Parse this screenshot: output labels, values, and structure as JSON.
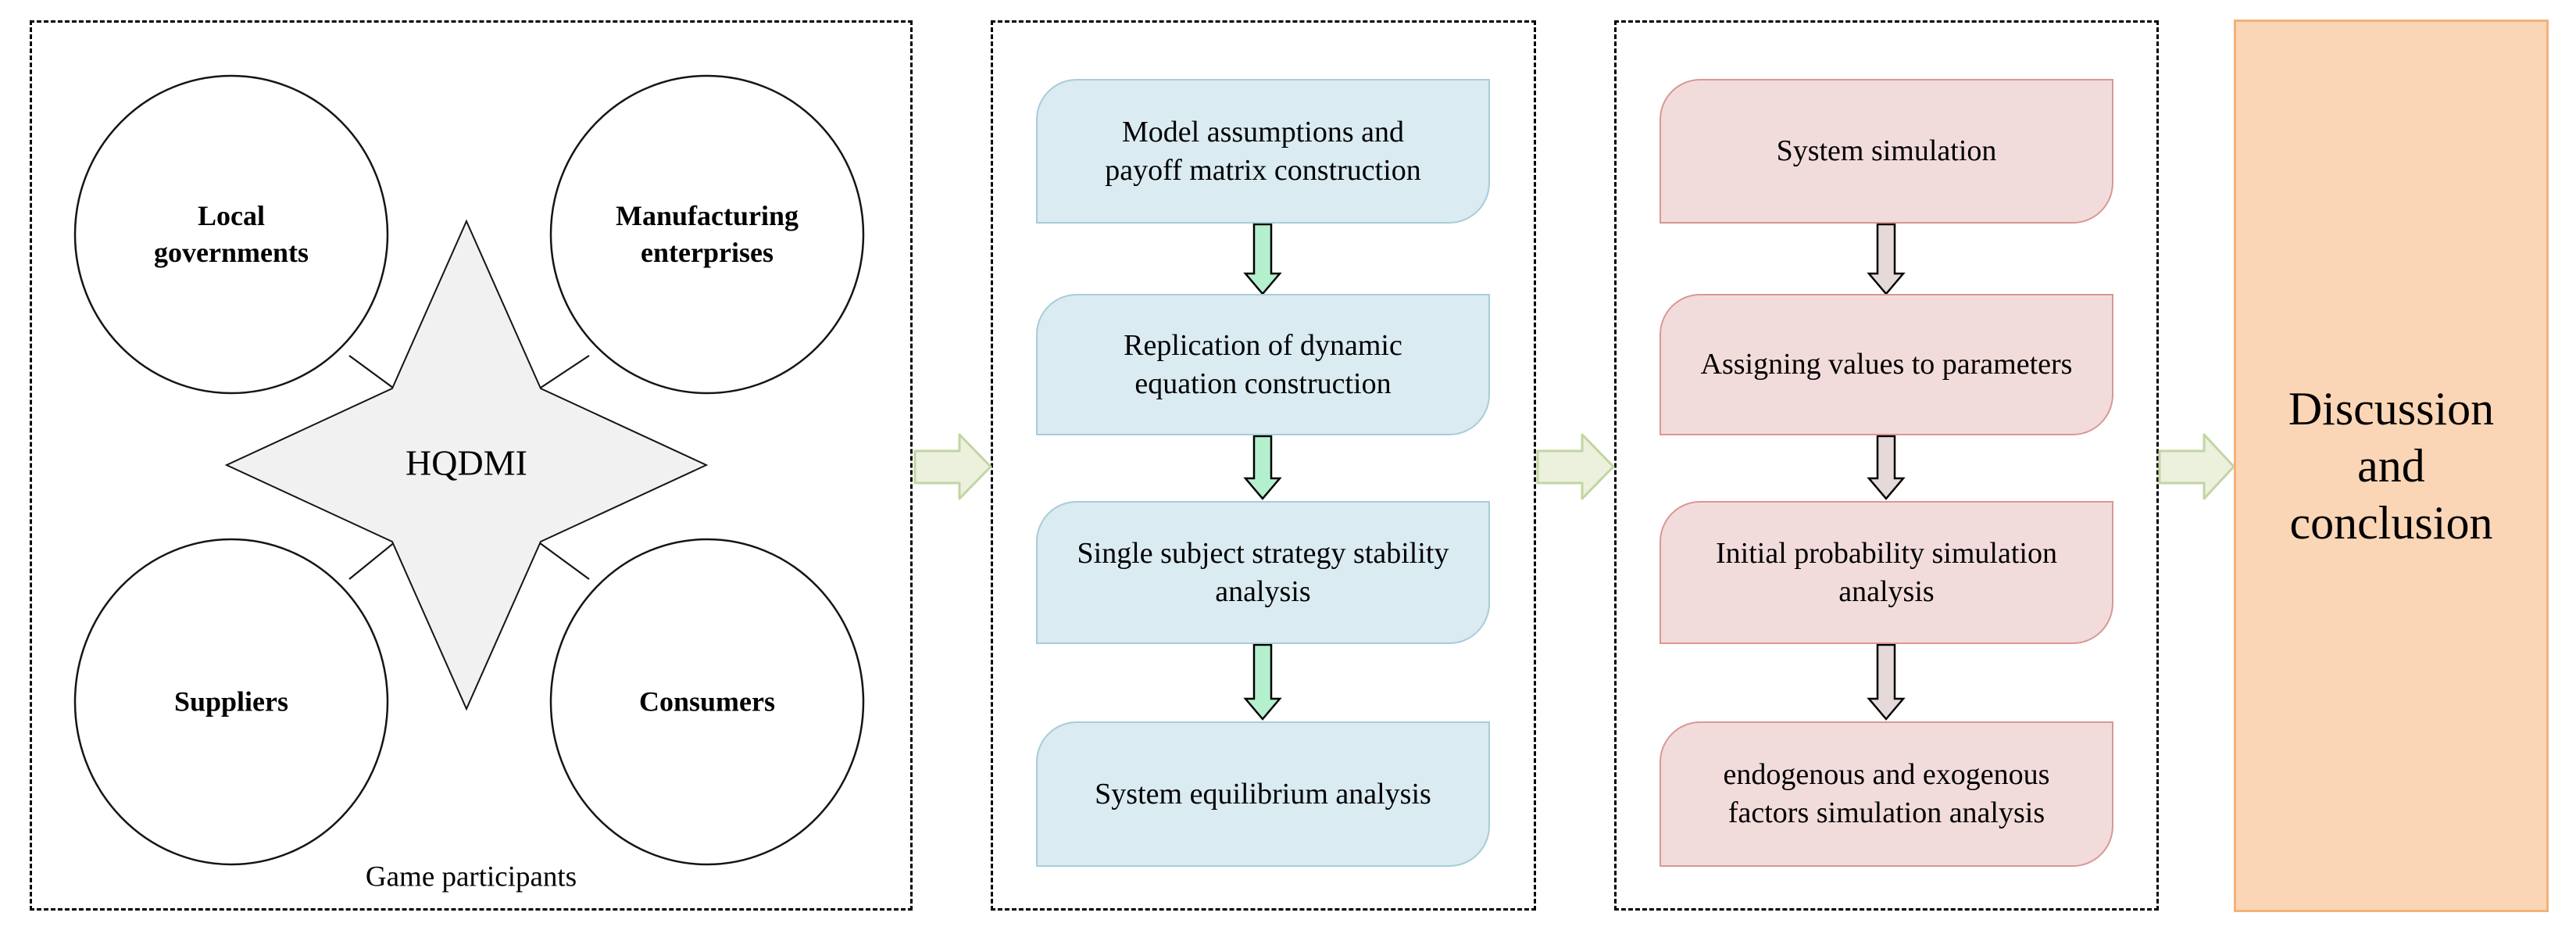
{
  "colors": {
    "page_bg": "#ffffff",
    "blue_box_fill": "#daebf2",
    "blue_box_border": "#a9ccd8",
    "pink_box_fill": "#f2dcdb",
    "pink_box_border": "#d99795",
    "orange_panel_fill": "#fbd6b6",
    "orange_panel_border": "#f2b279",
    "green_arrow_fill": "#b4f0ce",
    "mauve_arrow_fill": "#e5d9da",
    "flow_arrow_fill": "#ebf1dd",
    "flow_arrow_border": "#c2d5a2",
    "star_fill": "#f1f1f1"
  },
  "panel1": {
    "caption": "Game participants",
    "hub_label": "HQDMI",
    "participants": [
      {
        "label": "Local\ngovernments"
      },
      {
        "label": "Manufacturing\nenterprises"
      },
      {
        "label": "Suppliers"
      },
      {
        "label": "Consumers"
      }
    ]
  },
  "panel2": {
    "steps": [
      {
        "label": "Model assumptions and\npayoff matrix construction"
      },
      {
        "label": "Replication of dynamic\nequation construction"
      },
      {
        "label": "Single subject strategy  stability\nanalysis"
      },
      {
        "label": "System equilibrium analysis"
      }
    ]
  },
  "panel3": {
    "steps": [
      {
        "label": "System simulation"
      },
      {
        "label": "Assigning values to parameters"
      },
      {
        "label": "Initial probability simulation\nanalysis"
      },
      {
        "label": "endogenous and exogenous\nfactors simulation analysis"
      }
    ]
  },
  "panel4": {
    "label": "Discussion\nand\nconclusion"
  }
}
